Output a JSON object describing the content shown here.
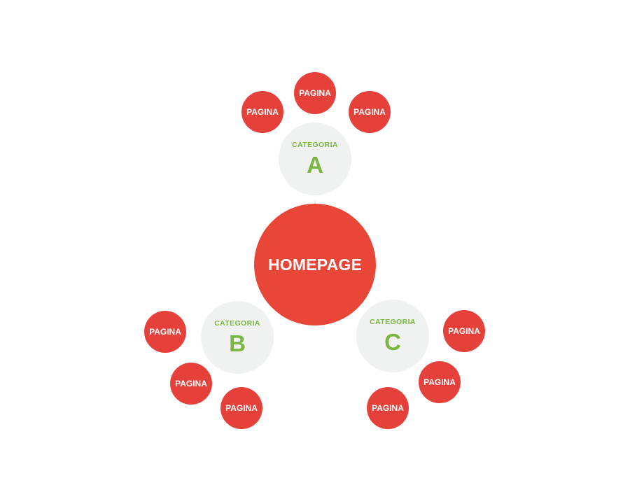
{
  "colors": {
    "home": "#e84637",
    "page": "#e6403a",
    "category_fill": "#f0f2f1",
    "category_text": "#7ab640",
    "label_white": "#ffffff"
  },
  "home": {
    "label": "HOMEPAGE"
  },
  "categories": [
    {
      "key": "a",
      "caption": "CATEGORIA",
      "letter": "A",
      "pages": [
        "PAGINA",
        "PAGINA",
        "PAGINA"
      ]
    },
    {
      "key": "b",
      "caption": "CATEGORIA",
      "letter": "B",
      "pages": [
        "PAGINA",
        "PAGINA",
        "PAGINA"
      ]
    },
    {
      "key": "c",
      "caption": "CATEGORIA",
      "letter": "C",
      "pages": [
        "PAGINA",
        "PAGINA",
        "PAGINA"
      ]
    }
  ]
}
